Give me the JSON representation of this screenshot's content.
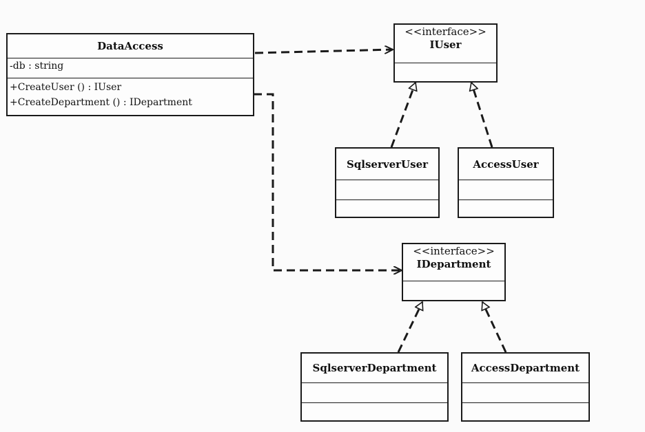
{
  "classes": {
    "data_access": {
      "name": "DataAccess",
      "attributes": [
        "-db : string"
      ],
      "operations": [
        "+CreateUser () : IUser",
        "+CreateDepartment () : IDepartment"
      ]
    },
    "iuser": {
      "stereotype": "<<interface>>",
      "name": "IUser"
    },
    "sqlserver_user": {
      "name": "SqlserverUser"
    },
    "access_user": {
      "name": "AccessUser"
    },
    "idepartment": {
      "stereotype": "<<interface>>",
      "name": "IDepartment"
    },
    "sqlserver_department": {
      "name": "SqlserverDepartment"
    },
    "access_department": {
      "name": "AccessDepartment"
    }
  },
  "relations": [
    {
      "type": "dependency",
      "from": "DataAccess",
      "to": "IUser"
    },
    {
      "type": "dependency",
      "from": "DataAccess",
      "to": "IDepartment"
    },
    {
      "type": "realization",
      "from": "SqlserverUser",
      "to": "IUser"
    },
    {
      "type": "realization",
      "from": "AccessUser",
      "to": "IUser"
    },
    {
      "type": "realization",
      "from": "SqlserverDepartment",
      "to": "IDepartment"
    },
    {
      "type": "realization",
      "from": "AccessDepartment",
      "to": "IDepartment"
    }
  ]
}
